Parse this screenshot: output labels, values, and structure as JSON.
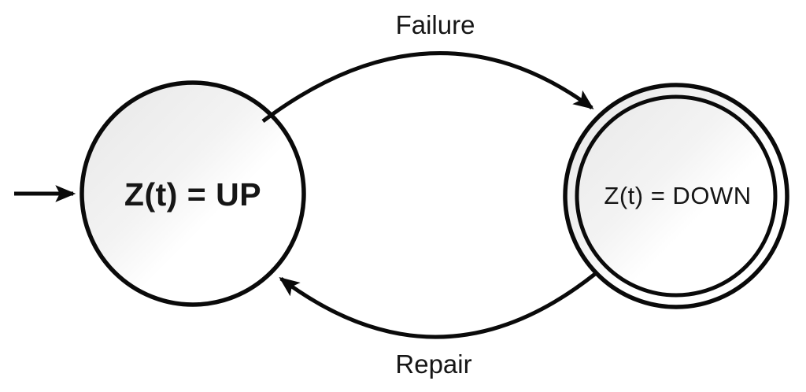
{
  "diagram": {
    "type": "state-transition-diagram",
    "background_color": "#ffffff",
    "stroke_color": "#0a0a0a",
    "text_color": "#161616",
    "state_fill_gradient": {
      "from": "#e8e8e8",
      "to": "#ffffff",
      "direction": "top-left-to-bottom-right"
    },
    "states": [
      {
        "id": "up",
        "label": "Z(t) = UP",
        "kind": "initial-state",
        "ring": "single"
      },
      {
        "id": "down",
        "label": "Z(t) = DOWN",
        "kind": "absorbing-state",
        "ring": "double"
      }
    ],
    "transitions": [
      {
        "from": "up",
        "to": "down",
        "label": "Failure",
        "arc": "top"
      },
      {
        "from": "down",
        "to": "up",
        "label": "Repair",
        "arc": "bottom"
      }
    ],
    "initial_arrow": {
      "target": "up",
      "side": "left"
    }
  }
}
